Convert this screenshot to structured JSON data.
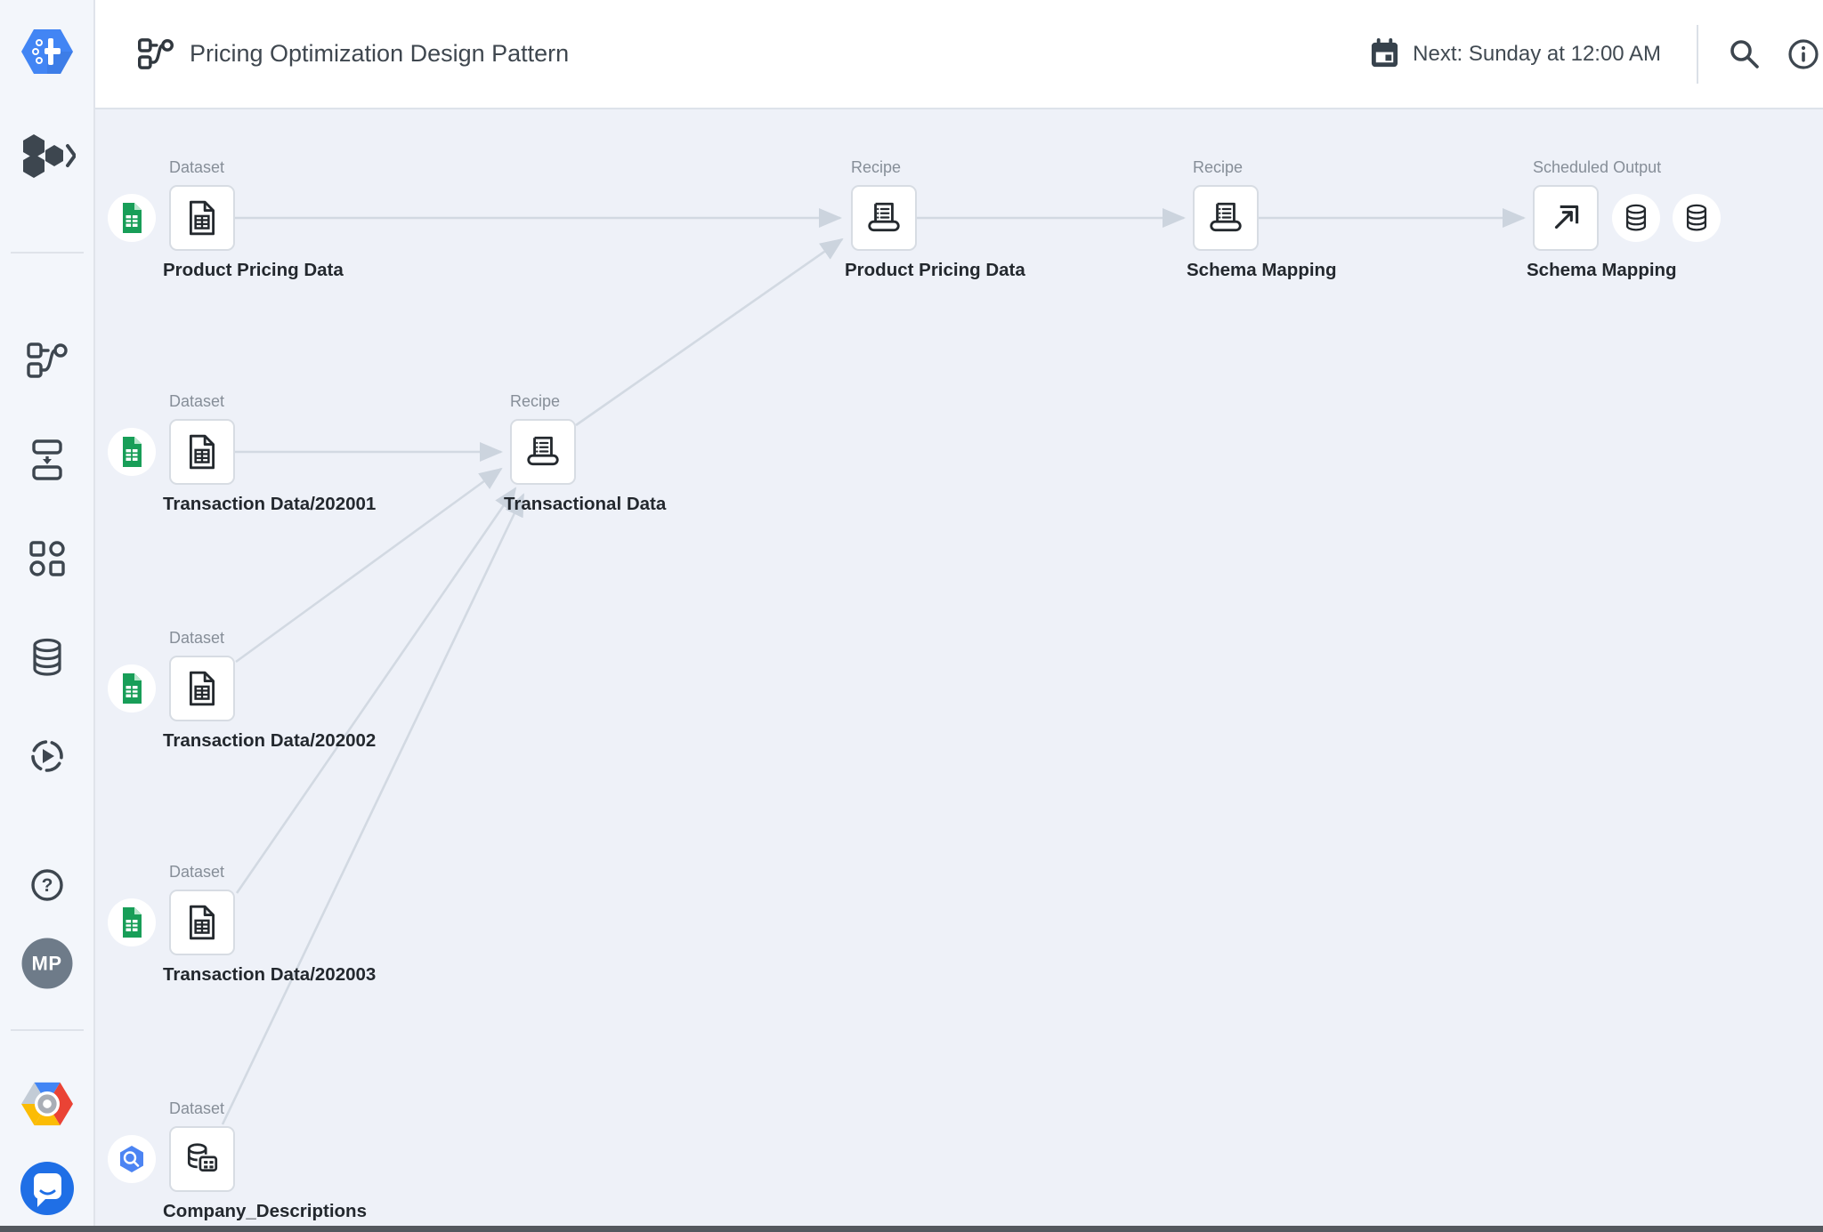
{
  "header": {
    "title": "Pricing Optimization Design Pattern",
    "next_run": "Next: Sunday at 12:00 AM"
  },
  "sidebar": {
    "avatar_initials": "MP",
    "icons": [
      "dataprep-logo",
      "datasets-menu",
      "flows",
      "plans",
      "library",
      "connections",
      "job-history",
      "help",
      "avatar",
      "google-cloud",
      "support-chat"
    ]
  },
  "canvas": {
    "nodes": [
      {
        "kind": "Dataset",
        "name": "Product Pricing Data",
        "source": "google-sheets"
      },
      {
        "kind": "Recipe",
        "name": "Product Pricing Data"
      },
      {
        "kind": "Recipe",
        "name": "Schema Mapping"
      },
      {
        "kind": "Scheduled Output",
        "name": "Schema Mapping",
        "destinations": 2
      },
      {
        "kind": "Dataset",
        "name": "Transaction Data/202001",
        "source": "google-sheets"
      },
      {
        "kind": "Recipe",
        "name": "Transactional Data"
      },
      {
        "kind": "Dataset",
        "name": "Transaction Data/202002",
        "source": "google-sheets"
      },
      {
        "kind": "Dataset",
        "name": "Transaction Data/202003",
        "source": "google-sheets"
      },
      {
        "kind": "Dataset",
        "name": "Company_Descriptions",
        "source": "bigquery"
      }
    ],
    "edges": [
      {
        "from": "Product Pricing Data (Dataset)",
        "to": "Product Pricing Data (Recipe)"
      },
      {
        "from": "Product Pricing Data (Recipe)",
        "to": "Schema Mapping (Recipe)"
      },
      {
        "from": "Schema Mapping (Recipe)",
        "to": "Schema Mapping (Scheduled Output)"
      },
      {
        "from": "Transaction Data/202001",
        "to": "Transactional Data"
      },
      {
        "from": "Transactional Data",
        "to": "Product Pricing Data (Recipe)"
      },
      {
        "from": "Transaction Data/202002",
        "to": "Transactional Data"
      },
      {
        "from": "Transaction Data/202003",
        "to": "Transactional Data"
      },
      {
        "from": "Company_Descriptions",
        "to": "Transactional Data"
      }
    ]
  },
  "colors": {
    "accent_blue": "#4285f4",
    "sheets_green": "#189e58",
    "bigquery_blue": "#4c84f3",
    "edge_gray": "#d2d9e2",
    "chat_blue": "#1f6fe6",
    "icon_slate": "#3d464f"
  }
}
